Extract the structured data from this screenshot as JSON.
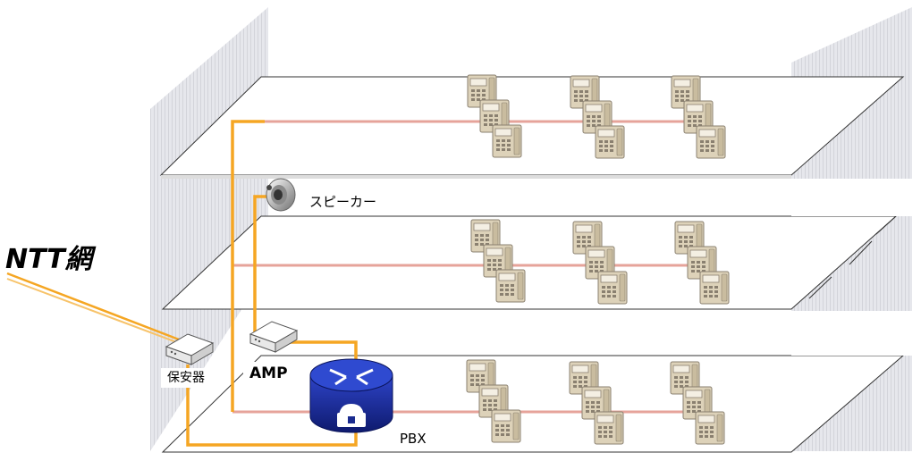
{
  "labels": {
    "ntt": "NTT網",
    "speaker": "スピーカー",
    "protector": "保安器",
    "amp": "AMP",
    "pbx": "PBX"
  },
  "colors": {
    "orange_cable": "#f5a623",
    "pink_line": "#e6a39a",
    "floor_edge": "#333333",
    "wall_fill": "#e2e3e8",
    "phone_body": "#d9cdb3",
    "pbx_blue": "#1a2b8f"
  },
  "icons": [
    "speaker-icon",
    "protector-device-icon",
    "amp-device-icon",
    "pbx-router-icon",
    "telephone-icon"
  ]
}
